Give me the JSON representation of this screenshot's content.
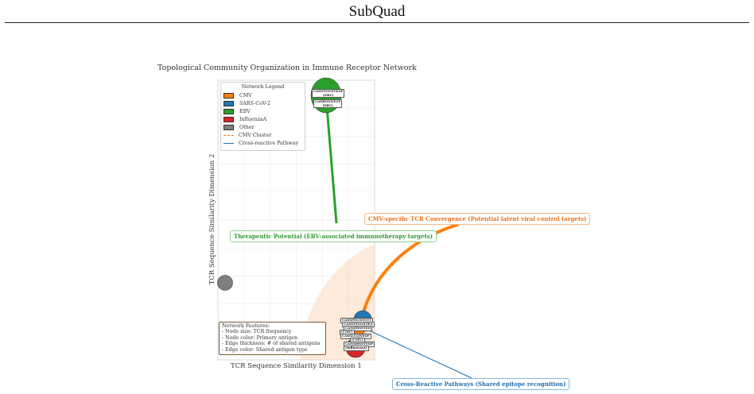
{
  "header": {
    "title": "SubQuad"
  },
  "chart_data": {
    "type": "scatter",
    "title": "Topological Community Organization in Immune Receptor Network",
    "xlabel": "TCR Sequence Similarity Dimension 1",
    "ylabel": "TCR Sequence Similarity Dimension 2",
    "grid": true,
    "legend_position": "top-left",
    "legend": {
      "title": "Network Legend",
      "entries": [
        {
          "label": "CMV",
          "kind": "patch",
          "color": "#ff7f0e"
        },
        {
          "label": "SARS-CoV-2",
          "kind": "patch",
          "color": "#1f77b4"
        },
        {
          "label": "EBV",
          "kind": "patch",
          "color": "#2ca02c"
        },
        {
          "label": "InfluenzaA",
          "kind": "patch",
          "color": "#d62728"
        },
        {
          "label": "Other",
          "kind": "patch",
          "color": "#7f7f7f"
        },
        {
          "label": "CMV Cluster",
          "kind": "dashed-line",
          "color": "#ff7f0e"
        },
        {
          "label": "Cross-reactive Pathway",
          "kind": "line",
          "color": "#1f77b4"
        }
      ]
    },
    "nodes": [
      {
        "antigen": "EBV",
        "color": "#2ca02c",
        "x": 0.78,
        "y": 0.97,
        "size": 3,
        "labels": [
          "CASNYGGSTEAF\n(EBV)",
          "CASRGGNTGY\n(EBV)"
        ]
      },
      {
        "antigen": "Other",
        "color": "#7f7f7f",
        "x": 0.04,
        "y": 0.27,
        "size": 1
      },
      {
        "antigen": "SARS-CoV-2",
        "color": "#1f77b4",
        "x": 1.02,
        "y": 0.14,
        "size": 2
      },
      {
        "antigen": "CMV",
        "color": "#ff7f0e",
        "x": 1.0,
        "y": 0.12,
        "size": 2
      },
      {
        "antigen": "InfluenzaA",
        "color": "#d62728",
        "x": 0.99,
        "y": 0.05,
        "size": 2
      }
    ],
    "node_labels_cluster": [
      "CASSPEGNYGYT",
      "CASSYSGGSTEA",
      "CASSIRSSYEQ",
      "(CMV)",
      "CASSLGQNEQF",
      "(CMV)",
      "CASSIRSSYEQF",
      "(InfluenzaA)"
    ],
    "annotations": [
      {
        "text": "CMV-specific TCR Convergence (Potential latent viral control targets)",
        "color": "#ff7f0e"
      },
      {
        "text": "Therapeutic Potential (EBV-associated immunotherapy targets)",
        "color": "#2ca02c"
      },
      {
        "text": "Cross-Reactive Pathways (Shared epitope recognition)",
        "color": "#1f77b4"
      }
    ],
    "features_box": {
      "title": "Network Features:",
      "lines": [
        "- Node size: TCR frequency",
        "- Node color: Primary antigen",
        "- Edge thickness: # of shared antigens",
        "- Edge color: Shared antigen type"
      ]
    }
  }
}
